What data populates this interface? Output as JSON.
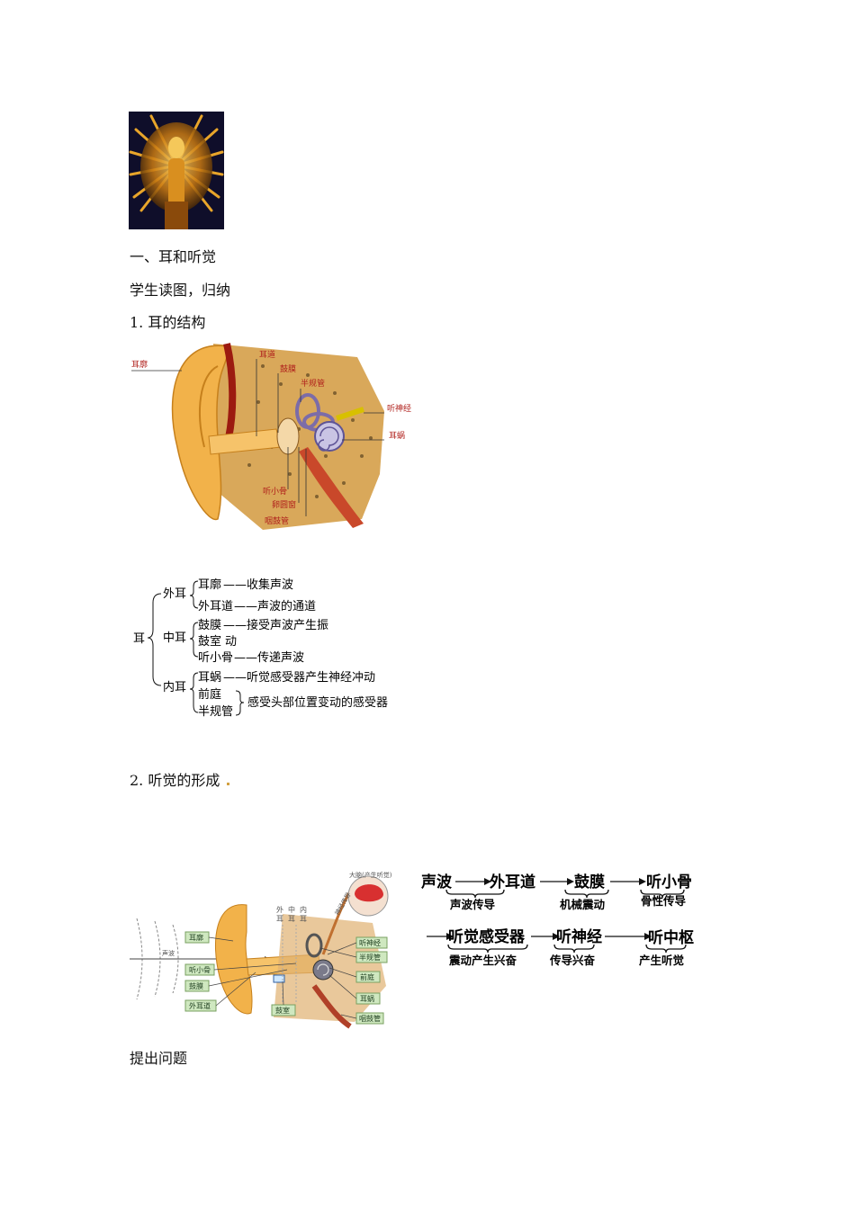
{
  "statue_photo": {
    "alt": ""
  },
  "section1": {
    "heading": "一、耳和听觉",
    "instruction": "学生读图，归纳",
    "subheading": "1. 耳的结构"
  },
  "ear_diagram": {
    "labels": {
      "auricle": "耳廓",
      "ear_canal": "耳道",
      "eardrum": "鼓膜",
      "semicircular": "半规管",
      "auditory_nerve": "听神经",
      "cochlea": "耳蜗",
      "ossicles": "听小骨",
      "round_window": "卵圆窗",
      "eustachian": "咽鼓管"
    }
  },
  "structure_tree": {
    "root": "耳",
    "outer": {
      "label": "外耳",
      "items": [
        {
          "name": "耳廓",
          "desc": "——收集声波"
        },
        {
          "name": "外耳道",
          "desc": "——声波的通道"
        }
      ]
    },
    "middle": {
      "label": "中耳",
      "items": [
        {
          "name": "鼓膜",
          "desc": "——接受声波产生振"
        },
        {
          "name": "鼓室",
          "desc": "动"
        },
        {
          "name": "听小骨",
          "desc": "——传递声波"
        }
      ]
    },
    "inner": {
      "label": "内耳",
      "items": [
        {
          "name": "耳蜗",
          "desc": "——听觉感受器产生神经冲动"
        },
        {
          "name": "前庭",
          "desc": ""
        },
        {
          "name": "半规管",
          "desc": ""
        }
      ],
      "group_desc": "感受头部位置变动的感受器"
    }
  },
  "section2": {
    "subheading": "2.  听觉的形成"
  },
  "hearing_diagram": {
    "labels": {
      "brain": "大脑(产生听觉)",
      "outer": "外",
      "middle": "中",
      "inner": "内",
      "ear": "耳",
      "sound": "声波",
      "nerve_path": "神经传导",
      "auricle": "耳廓",
      "ossicles": "听小骨",
      "eardrum": "鼓膜",
      "ear_canal": "外耳道",
      "tympanic": "鼓室",
      "auditory_nerve": "听神经",
      "semicircular": "半规管",
      "vestibule": "前庭",
      "cochlea": "耳蜗",
      "eustachian": "咽鼓管"
    }
  },
  "flow": {
    "row1": {
      "nodes": [
        "声波",
        "外耳道",
        "鼓膜",
        "听小骨"
      ],
      "notes": [
        "声波传导",
        "机械震动",
        "骨性传导"
      ]
    },
    "row2": {
      "nodes": [
        "听觉感受器",
        "听神经",
        "听中枢"
      ],
      "notes": [
        "震动产生兴奋",
        "传导兴奋",
        "产生听觉"
      ]
    }
  },
  "footer": {
    "question": "提出问题"
  },
  "colors": {
    "label_red": "#b0201c",
    "skin": "#f2b24a",
    "bone": "#d9a85a",
    "box_green": "#cfe8c0"
  }
}
